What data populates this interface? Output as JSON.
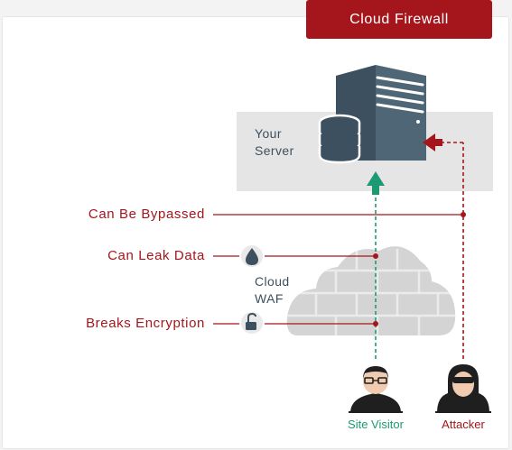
{
  "title": "Cloud Firewall",
  "server": {
    "line1": "Your",
    "line2": "Server"
  },
  "cloud": {
    "line1": "Cloud",
    "line2": "WAF"
  },
  "issues": {
    "bypassed": "Can Be Bypassed",
    "leak": "Can Leak Data",
    "encryption": "Breaks Encryption"
  },
  "actors": {
    "visitor": "Site Visitor",
    "attacker": "Attacker"
  },
  "colors": {
    "accent": "#a4161b",
    "visitor": "#1d9a74",
    "dark": "#3d5060",
    "panel": "#e5e5e5",
    "cloud": "#d3d3d3"
  },
  "icons": [
    "server-icon",
    "database-icon",
    "water-drop-icon",
    "unlock-icon",
    "visitor-icon",
    "hacker-icon",
    "cloud-wall-icon"
  ]
}
